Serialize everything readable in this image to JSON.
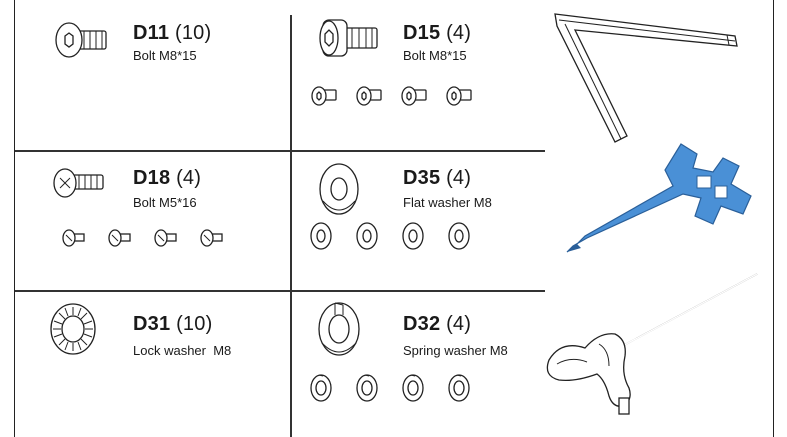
{
  "parts": [
    {
      "id": "d11",
      "code": "D11",
      "qty": "(10)",
      "desc": "Bolt M8*15"
    },
    {
      "id": "d15",
      "code": "D15",
      "qty": "(4)",
      "desc": "Bolt M8*15"
    },
    {
      "id": "d18",
      "code": "D18",
      "qty": "(4)",
      "desc": "Bolt M5*16"
    },
    {
      "id": "d35",
      "code": "D35",
      "qty": "(4)",
      "desc": "Flat washer M8"
    },
    {
      "id": "d31",
      "code": "D31",
      "qty": "(10)",
      "desc": "Lock washer  M8"
    },
    {
      "id": "d32",
      "code": "D32",
      "qty": "(4)",
      "desc": "Spring washer M8"
    }
  ],
  "tools": [
    {
      "icon": "allen-key-icon"
    },
    {
      "icon": "multi-wrench-screwdriver-icon",
      "color": "#4a90d6"
    },
    {
      "icon": "t-handle-hex-key-icon"
    }
  ],
  "colors": {
    "tool_accent": "#4a90d6",
    "line": "#222222"
  }
}
